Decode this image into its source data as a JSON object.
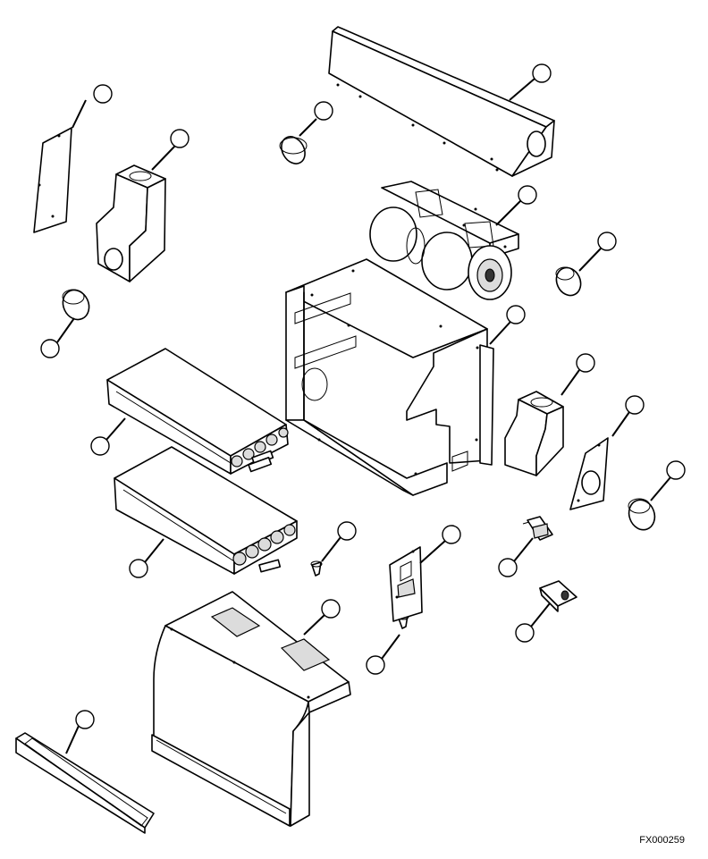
{
  "drawing": {
    "code": "FX000259"
  },
  "callouts": [
    {
      "id": "c1"
    },
    {
      "id": "c2"
    },
    {
      "id": "c3"
    },
    {
      "id": "c4"
    },
    {
      "id": "c5"
    },
    {
      "id": "c6"
    },
    {
      "id": "c7"
    },
    {
      "id": "c8"
    },
    {
      "id": "c9"
    },
    {
      "id": "c10"
    },
    {
      "id": "c11"
    },
    {
      "id": "c12"
    },
    {
      "id": "c13"
    },
    {
      "id": "c14"
    },
    {
      "id": "c15"
    },
    {
      "id": "c16"
    },
    {
      "id": "c17"
    },
    {
      "id": "c18"
    },
    {
      "id": "c19"
    },
    {
      "id": "c20"
    },
    {
      "id": "c21"
    },
    {
      "id": "c22"
    },
    {
      "id": "c23"
    }
  ]
}
